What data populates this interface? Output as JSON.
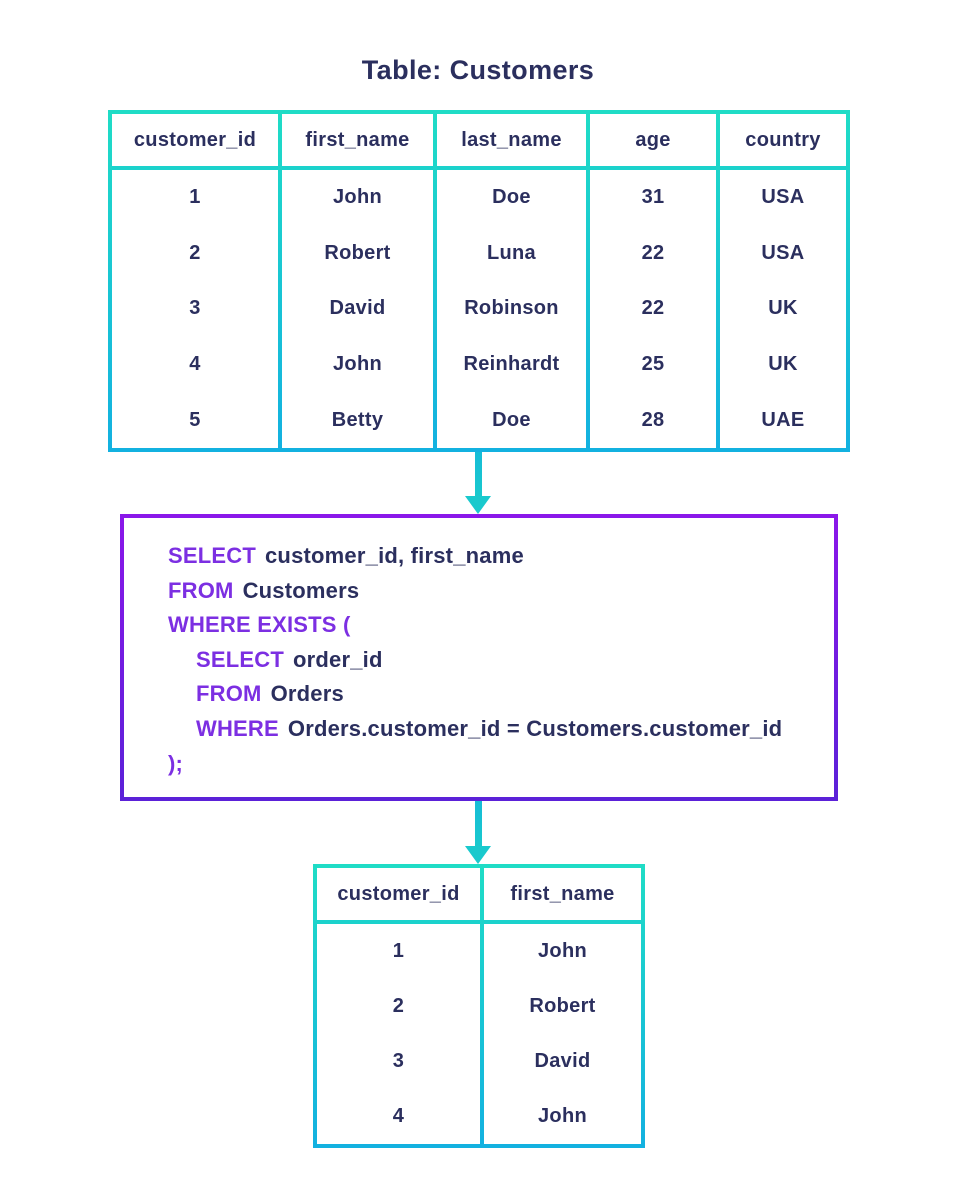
{
  "title": "Table: Customers",
  "colors": {
    "navy": "#2b2f5e",
    "table_border_top": "#1fdcc6",
    "table_border_bottom": "#13b1e0",
    "header_divider": "#1bd2cc",
    "sql_border_top": "#8a17e9",
    "sql_border_bottom": "#5b21d8",
    "keyword_purple": "#7c2fe2",
    "arrow_top": "#16bcd7",
    "arrow_bottom": "#19c9cd"
  },
  "customers_table": {
    "headers": [
      "customer_id",
      "first_name",
      "last_name",
      "age",
      "country"
    ],
    "rows": [
      [
        "1",
        "John",
        "Doe",
        "31",
        "USA"
      ],
      [
        "2",
        "Robert",
        "Luna",
        "22",
        "USA"
      ],
      [
        "3",
        "David",
        "Robinson",
        "22",
        "UK"
      ],
      [
        "4",
        "John",
        "Reinhardt",
        "25",
        "UK"
      ],
      [
        "5",
        "Betty",
        "Doe",
        "28",
        "UAE"
      ]
    ]
  },
  "sql": {
    "lines": [
      {
        "keyword": "SELECT",
        "rest": "customer_id, first_name"
      },
      {
        "keyword": "FROM",
        "rest": "Customers"
      },
      {
        "keyword": "WHERE EXISTS (",
        "rest": ""
      },
      {
        "keyword": "SELECT",
        "rest": "order_id"
      },
      {
        "keyword": "FROM",
        "rest": "Orders"
      },
      {
        "keyword": "WHERE",
        "rest": "Orders.customer_id = Customers.customer_id"
      },
      {
        "keyword": ");",
        "rest": ""
      }
    ]
  },
  "result_table": {
    "headers": [
      "customer_id",
      "first_name"
    ],
    "rows": [
      [
        "1",
        "John"
      ],
      [
        "2",
        "Robert"
      ],
      [
        "3",
        "David"
      ],
      [
        "4",
        "John"
      ]
    ]
  }
}
